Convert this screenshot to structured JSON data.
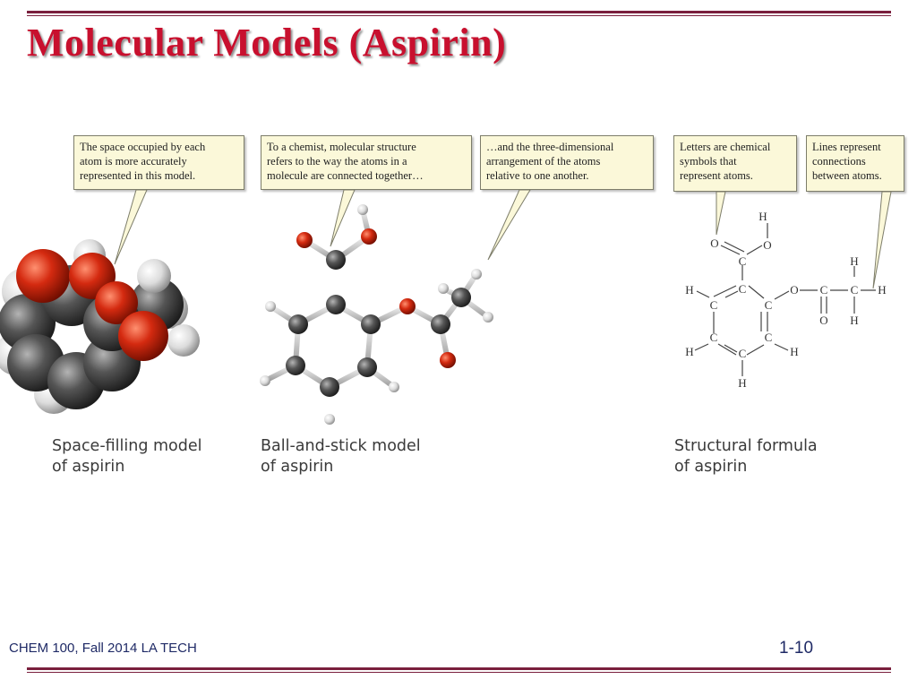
{
  "slide": {
    "title": "Molecular Models (Aspirin)",
    "footer_left": "CHEM 100, Fall 2014  LA TECH",
    "page_number": "1-10"
  },
  "callouts": [
    {
      "text": "The space occupied by each\natom is more accurately\nrepresented in this model."
    },
    {
      "text": "To a chemist, molecular structure\nrefers to the way the atoms in a\nmolecule are connected together…"
    },
    {
      "text": "…and the three-dimensional\narrangement of the atoms\nrelative to one another."
    },
    {
      "text": "Letters are chemical\nsymbols that\nrepresent atoms."
    },
    {
      "text": "Lines represent\nconnections\nbetween atoms."
    }
  ],
  "captions": [
    {
      "text": "Space-filling model\nof aspirin"
    },
    {
      "text": "Ball-and-stick model\nof aspirin"
    },
    {
      "text": "Structural formula\nof aspirin"
    }
  ],
  "formula_symbols": {
    "carbon": "C",
    "hydrogen": "H",
    "oxygen": "O"
  },
  "colors": {
    "title": "#c8102e",
    "rule": "#7a1f3d",
    "footer": "#1f2a66",
    "callout_bg": "#fbf8d9",
    "carbon": "#4a4a4a",
    "oxygen": "#d42a10",
    "hydrogen": "#e4e4e4"
  }
}
